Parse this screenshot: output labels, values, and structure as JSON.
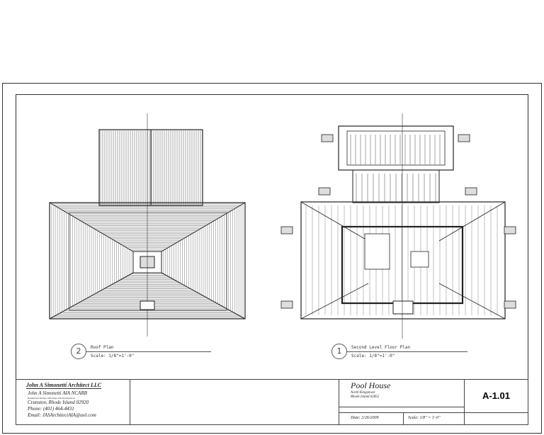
{
  "views": [
    {
      "number": "2",
      "title": "Roof Plan",
      "scale": "Scale: 1/8\"=1'-0\""
    },
    {
      "number": "1",
      "title": "Second Level Floor Plan",
      "scale": "Scale: 1/8\"=1'-0\""
    }
  ],
  "title_block": {
    "firm_name": "John A Simonetti Architect LLC",
    "architect": "John A Simonetti AIA NCARB",
    "tagline": "Residential Design, Planning and Development",
    "address": "Cranston, Rhode Island 02920",
    "phone": "Phone: (401) 464-4431",
    "email": "Email: JASArchitectAIA@aol.com",
    "project_title": "Pool House",
    "project_location_1": "North Kingstown",
    "project_location_2": "Rhode Island 02852",
    "date": "Date: 2/26/2009",
    "scale": "Scale: 1/8\" = 1'-0\"",
    "sheet_number": "A-1.01"
  },
  "colors": {
    "line": "#333333",
    "background": "#ffffff"
  }
}
